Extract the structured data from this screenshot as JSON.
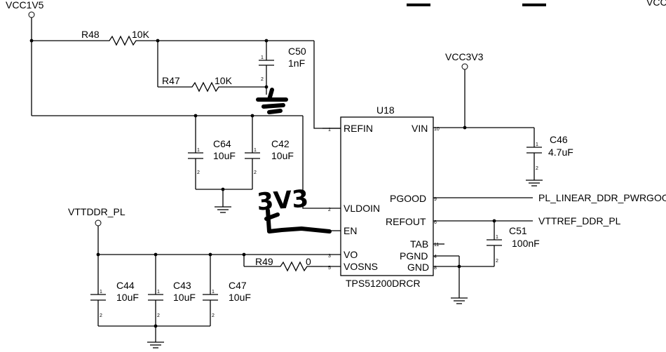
{
  "nets": {
    "vcc1v5": "VCC1V5",
    "vcc3v3": "VCC3V3",
    "vttddr_pl": "VTTDDR_PL",
    "pwrgood": "PL_LINEAR_DDR_PWRGOOD",
    "vttref": "VTTREF_DDR_PL",
    "vcc_cut": "VCC"
  },
  "ic": {
    "ref": "U18",
    "part": "TPS51200DRCR",
    "pins_left": {
      "refin": "REFIN",
      "vldoin": "VLDOIN",
      "en": "EN",
      "vo": "VO",
      "vosns": "VOSNS"
    },
    "pins_right": {
      "vin": "VIN",
      "pgood": "PGOOD",
      "refout": "REFOUT",
      "tab": "TAB",
      "pgnd": "PGND",
      "gnd": "GND"
    },
    "pin_numbers": {
      "refin": "1",
      "vldoin": "2",
      "vo": "3",
      "vosns": "5",
      "vin": "10",
      "pgood": "9",
      "refout": "6",
      "tab": "11",
      "pgnd": "4",
      "gnd": "8"
    }
  },
  "components": {
    "r48": {
      "ref": "R48",
      "value": "10K"
    },
    "r47": {
      "ref": "R47",
      "value": "10K"
    },
    "r49": {
      "ref": "R49",
      "value": "0"
    },
    "c50": {
      "ref": "C50",
      "value": "1nF"
    },
    "c64": {
      "ref": "C64",
      "value": "10uF"
    },
    "c42": {
      "ref": "C42",
      "value": "10uF"
    },
    "c46": {
      "ref": "C46",
      "value": "4.7uF"
    },
    "c51": {
      "ref": "C51",
      "value": "100nF"
    },
    "c44": {
      "ref": "C44",
      "value": "10uF"
    },
    "c43": {
      "ref": "C43",
      "value": "10uF"
    },
    "c47": {
      "ref": "C47",
      "value": "10uF"
    }
  },
  "cap_pins": {
    "p1": "1",
    "p2": "2"
  },
  "handwriting": {
    "note": "3V3"
  }
}
